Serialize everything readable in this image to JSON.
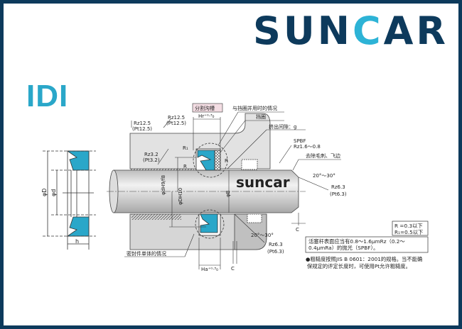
{
  "brand": {
    "logo_prefix": "SUN",
    "logo_c": "C",
    "logo_suffix": "AR"
  },
  "model": "IDI",
  "colors": {
    "frame": "#0d3a5c",
    "seal": "#2aa7c9",
    "housing": "#d4d4d4"
  },
  "seal_dims": {
    "outer_dia": "φD",
    "inner_dia": "φd",
    "height": "h"
  },
  "drawing": {
    "split_groove": "分割沟槽",
    "with_backup": "与挡圈并用时的情况",
    "backup_ring": "挡圈",
    "extrusion_gap": "挤出间隙：g",
    "spbf": "SPBF",
    "spbf_rz": "Rz1.6～0.8",
    "deburr": "去除毛刺、飞边",
    "rz125_a": "Rz12.5",
    "pt125_a": "(Pt12.5)",
    "rz125_b": "Rz12.5",
    "pt125_b": "(Pt12.5)",
    "hr": "Hr⁺⁰·³₀",
    "r1": "R₁",
    "r_left": "R",
    "r_right": "R",
    "rz32": "Rz3.2",
    "pt32": "(Pt3.2)",
    "dia_d_h9f8": "φdH9/f8",
    "dia_dh10": "φDH10",
    "dia_b": "φB",
    "angle_top": "20°～30°",
    "rz63_top": "Rz6.3",
    "pt63_top": "(Pt6.3)",
    "angle_bottom": "20°～30°",
    "rz63_bottom": "Rz6.3",
    "pt63_bottom": "(Pt6.3)",
    "c_right": "C",
    "c_bottom": "C",
    "ha": "Ha⁺⁰·³₀",
    "seal_alone": "密封件单体的情况",
    "watermark": "suncar"
  },
  "notes": {
    "r_limit": "R =0.3以下",
    "r1_limit": "R₁=0.5以下",
    "rod_finish_1": "活塞杆表面应当有0.8～1.6μmRz（0.2～",
    "rod_finish_2": "0.4μmRa）的抛光（SPBF）。",
    "roughness_1": "●粗糙度按照JIS B 0601：2001的规格。当不能确",
    "roughness_2": "保规定的评定长度时，可使用Pt允许粗糙度。"
  }
}
